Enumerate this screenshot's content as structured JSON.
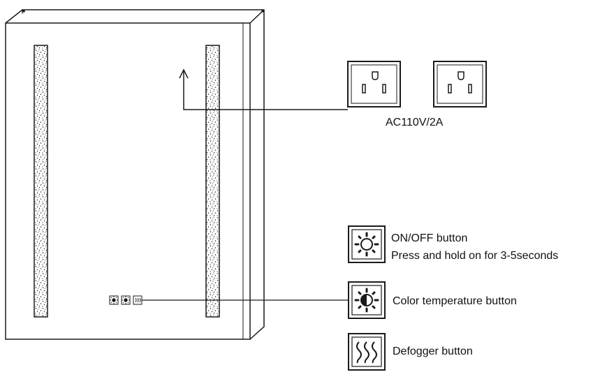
{
  "outlet": {
    "label": "AC110V/2A"
  },
  "buttons": [
    {
      "icon": "sun-icon",
      "title": "ON/OFF button",
      "note": "Press and hold on for 3-5seconds"
    },
    {
      "icon": "color-temperature-icon",
      "title": "Color temperature button"
    },
    {
      "icon": "defogger-icon",
      "title": "Defogger button"
    }
  ],
  "colors": {
    "line": "#1a1a1a",
    "background": "#ffffff"
  }
}
